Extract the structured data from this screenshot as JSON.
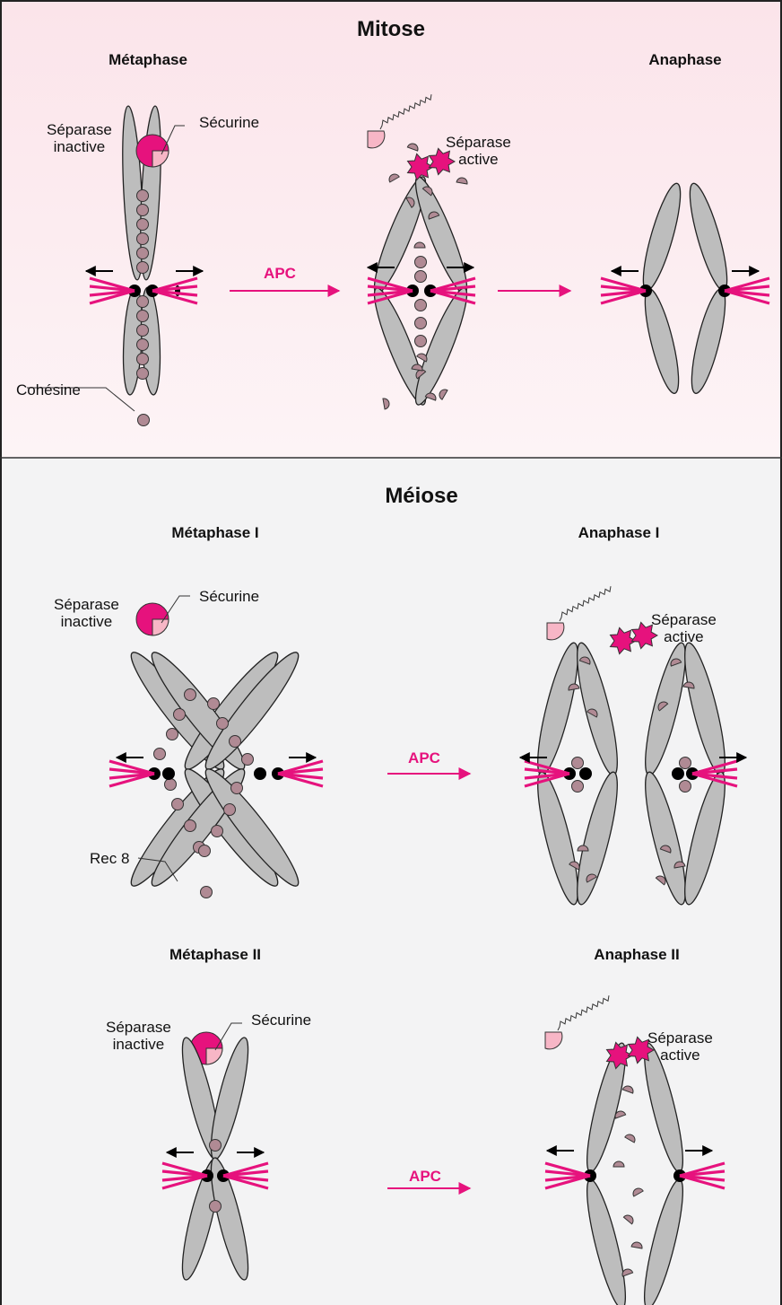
{
  "colors": {
    "magenta": "#e6127d",
    "chromosome_gray": "#bdbdbd",
    "cohesin": "#b08a94",
    "securin_pink": "#f7b6c6",
    "mitosis_bg": "#fbe9ee",
    "meiosis_bg": "#f2f2f3"
  },
  "mitose": {
    "title": "Mitose",
    "metaphase": "Métaphase",
    "anaphase": "Anaphase",
    "separase_inactive": "Séparase\ninactive",
    "securine": "Sécurine",
    "separase_active": "Séparase\nactive",
    "apc": "APC",
    "cohesine": "Cohésine"
  },
  "meiose": {
    "title": "Méiose",
    "metaphase1": "Métaphase I",
    "anaphase1": "Anaphase I",
    "metaphase2": "Métaphase II",
    "anaphase2": "Anaphase II",
    "separase_inactive_1": "Séparase\ninactive",
    "securine_1": "Sécurine",
    "separase_active_1": "Séparase\nactive",
    "apc_1": "APC",
    "rec8": "Rec 8",
    "separase_inactive_2": "Séparase\ninactive",
    "securine_2": "Sécurine",
    "separase_active_2": "Séparase\nactive",
    "apc_2": "APC"
  }
}
